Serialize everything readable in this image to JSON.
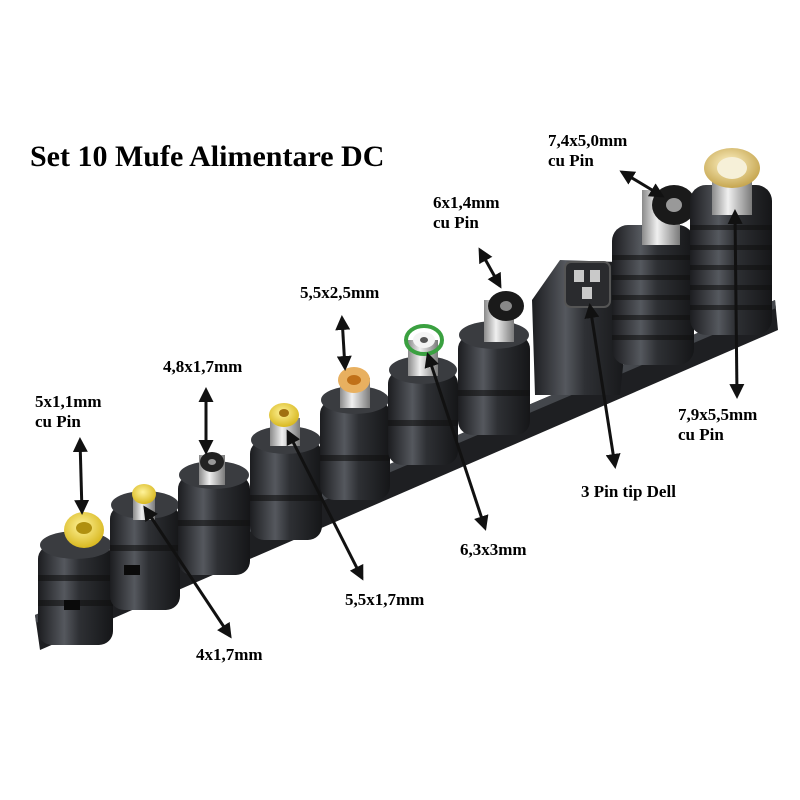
{
  "title": "Set 10 Mufe Alimentare DC",
  "labels": {
    "c_5x1_1": {
      "size": "5x1,1mm",
      "note": "cu Pin"
    },
    "c_4x1_7": {
      "size": "4x1,7mm"
    },
    "c_4_8x1_7": {
      "size": "4,8x1,7mm"
    },
    "c_5_5x1_7": {
      "size": "5,5x1,7mm"
    },
    "c_5_5x2_5": {
      "size": "5,5x2,5mm"
    },
    "c_6_3x3": {
      "size": "6,3x3mm"
    },
    "c_6x1_4": {
      "size": "6x1,4mm",
      "note": "cu Pin"
    },
    "c_dell": {
      "size": "3 Pin tip Dell"
    },
    "c_7_4x5_0": {
      "size": "7,4x5,0mm",
      "note": "cu Pin"
    },
    "c_7_9x5_5": {
      "size": "7,9x5,5mm",
      "note": "cu Pin"
    }
  },
  "colors": {
    "plastic": "#2a2c30",
    "plastic_hi": "#6a6e74",
    "tip_yellow": "#e8d23a",
    "tip_orange": "#e0a840",
    "metal": "#c9c9c9",
    "gold": "#d8c070",
    "green_ring": "#3aa040",
    "arrow": "#111111"
  }
}
